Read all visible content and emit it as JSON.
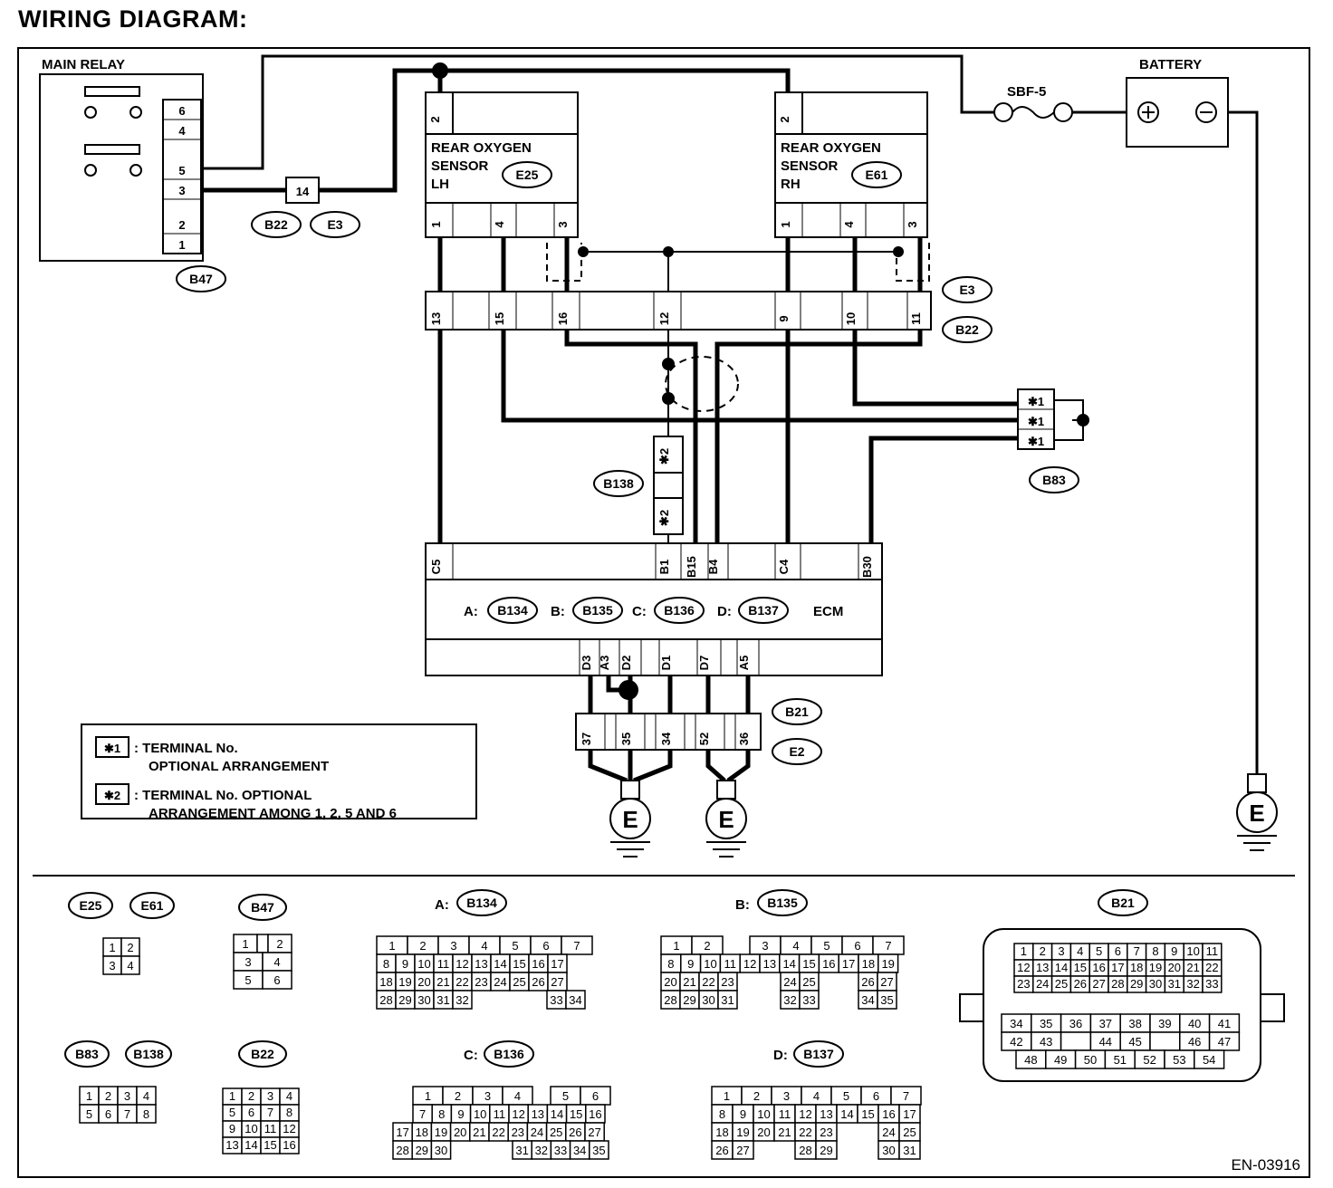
{
  "title": "WIRING DIAGRAM:",
  "doc_code": "EN-03916",
  "components": {
    "main_relay": {
      "label": "MAIN RELAY",
      "connector": "B47",
      "pins": [
        "6",
        "4",
        "5",
        "3",
        "2",
        "1"
      ]
    },
    "battery": {
      "label": "BATTERY",
      "fuse": "SBF-5"
    },
    "sensor_lh": {
      "lines": [
        "REAR OXYGEN",
        "SENSOR",
        "LH"
      ],
      "connector": "E25",
      "top_pin": "2",
      "pins": [
        "1",
        "4",
        "3"
      ]
    },
    "sensor_rh": {
      "lines": [
        "REAR OXYGEN",
        "SENSOR",
        "RH"
      ],
      "connector": "E61",
      "top_pin": "2",
      "pins": [
        "1",
        "4",
        "3"
      ]
    },
    "joint_b22_e3": {
      "pin": "14",
      "connectors": [
        "B22",
        "E3"
      ]
    },
    "b22_strip": {
      "connectors": [
        "E3",
        "B22"
      ],
      "pins": [
        "13",
        "15",
        "16",
        "12",
        "9",
        "10",
        "11"
      ]
    },
    "b83": {
      "connector": "B83",
      "pins": [
        "✱1",
        "✱1",
        "✱1"
      ]
    },
    "b138": {
      "connector": "B138",
      "pins": [
        "✱2",
        "✱2"
      ]
    },
    "ecm": {
      "label": "ECM",
      "connectors": [
        {
          "key": "A:",
          "id": "B134"
        },
        {
          "key": "B:",
          "id": "B135"
        },
        {
          "key": "C:",
          "id": "B136"
        },
        {
          "key": "D:",
          "id": "B137"
        }
      ],
      "top_pins": [
        "C5",
        "B1",
        "B15",
        "B4",
        "C4",
        "B30"
      ],
      "bottom_pins": [
        "D3",
        "A3",
        "D2",
        "D1",
        "D7",
        "A5"
      ]
    },
    "b21_e2": {
      "connectors": [
        "B21",
        "E2"
      ],
      "pins": [
        "37",
        "35",
        "34",
        "52",
        "36"
      ]
    },
    "ground": {
      "label": "E"
    }
  },
  "legend": {
    "items": [
      {
        "mark": "✱1",
        "line1": ": TERMINAL No.",
        "line2": "OPTIONAL ARRANGEMENT"
      },
      {
        "mark": "✱2",
        "line1": ": TERMINAL No. OPTIONAL",
        "line2": "ARRANGEMENT AMONG 1, 2, 5 AND 6"
      }
    ]
  },
  "connector_views": [
    {
      "labels": [
        "E25",
        "E61"
      ],
      "rows": [
        [
          "1",
          "2"
        ],
        [
          "3",
          "4"
        ]
      ]
    },
    {
      "labels": [
        "B47"
      ],
      "rows": [
        [
          "1",
          "",
          "2"
        ],
        [
          "3",
          "4"
        ],
        [
          "5",
          "6"
        ]
      ]
    },
    {
      "labels": [
        "A:",
        "B134"
      ],
      "rows": [
        [
          "1",
          "2",
          "3",
          "4",
          "5",
          "6",
          "7"
        ],
        [
          "8",
          "9",
          "10",
          "11",
          "12",
          "13",
          "14",
          "15",
          "16",
          "17"
        ],
        [
          "18",
          "19",
          "20",
          "21",
          "22",
          "23",
          "24",
          "25",
          "26",
          "27"
        ],
        [
          "28",
          "29",
          "30",
          "31",
          "32",
          "33",
          "34"
        ]
      ]
    },
    {
      "labels": [
        "B:",
        "B135"
      ],
      "rows": [
        [
          "1",
          "2",
          "3",
          "4",
          "5",
          "6",
          "7"
        ],
        [
          "8",
          "9",
          "10",
          "11",
          "12",
          "13",
          "14",
          "15",
          "16",
          "17",
          "18",
          "19"
        ],
        [
          "20",
          "21",
          "22",
          "23",
          "24",
          "25",
          "26",
          "27"
        ],
        [
          "28",
          "29",
          "30",
          "31",
          "32",
          "33",
          "34",
          "35"
        ]
      ]
    },
    {
      "labels": [
        "B21"
      ],
      "rows": [
        [
          "1",
          "2",
          "3",
          "4",
          "5",
          "6",
          "7",
          "8",
          "9",
          "10",
          "11"
        ],
        [
          "12",
          "13",
          "14",
          "15",
          "16",
          "17",
          "18",
          "19",
          "20",
          "21",
          "22"
        ],
        [
          "23",
          "24",
          "25",
          "26",
          "27",
          "28",
          "29",
          "30",
          "31",
          "32",
          "33"
        ],
        [
          "34",
          "35",
          "36",
          "37",
          "38",
          "39",
          "40",
          "41"
        ],
        [
          "42",
          "43",
          "44",
          "45",
          "46",
          "47"
        ],
        [
          "48",
          "49",
          "50",
          "51",
          "52",
          "53",
          "54"
        ]
      ]
    },
    {
      "labels": [
        "B83",
        "B138"
      ],
      "rows": [
        [
          "1",
          "2",
          "3",
          "4"
        ],
        [
          "5",
          "6",
          "7",
          "8"
        ]
      ]
    },
    {
      "labels": [
        "B22"
      ],
      "rows": [
        [
          "1",
          "2",
          "3",
          "4"
        ],
        [
          "5",
          "6",
          "7",
          "8"
        ],
        [
          "9",
          "10",
          "11",
          "12"
        ],
        [
          "13",
          "14",
          "15",
          "16"
        ]
      ]
    },
    {
      "labels": [
        "C:",
        "B136"
      ],
      "rows": [
        [
          "1",
          "2",
          "3",
          "4",
          "5",
          "6"
        ],
        [
          "7",
          "8",
          "9",
          "10",
          "11",
          "12",
          "13",
          "14",
          "15",
          "16"
        ],
        [
          "17",
          "18",
          "19",
          "20",
          "21",
          "22",
          "23",
          "24",
          "25",
          "26",
          "27"
        ],
        [
          "28",
          "29",
          "30",
          "31",
          "32",
          "33",
          "34",
          "35"
        ]
      ]
    },
    {
      "labels": [
        "D:",
        "B137"
      ],
      "rows": [
        [
          "1",
          "2",
          "3",
          "4",
          "5",
          "6",
          "7"
        ],
        [
          "8",
          "9",
          "10",
          "11",
          "12",
          "13",
          "14",
          "15",
          "16",
          "17"
        ],
        [
          "18",
          "19",
          "20",
          "21",
          "22",
          "23",
          "24",
          "25"
        ],
        [
          "26",
          "27",
          "28",
          "29",
          "30",
          "31"
        ]
      ]
    }
  ]
}
